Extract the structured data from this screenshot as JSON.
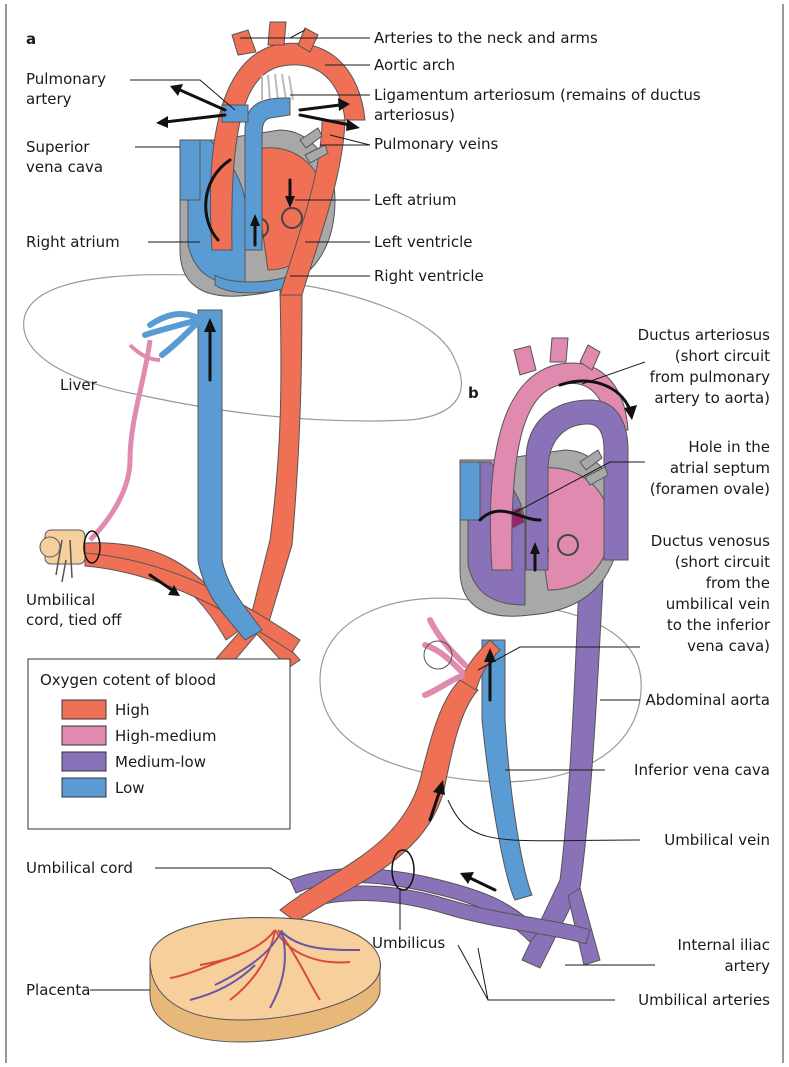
{
  "figure": {
    "panel_a": "a",
    "panel_b": "b"
  },
  "labels_a": {
    "arteries_neck_arms": "Arteries to the neck and arms",
    "aortic_arch": "Aortic arch",
    "ligamentum_1": "Ligamentum arteriosum (remains of ductus",
    "ligamentum_2": "arteriosus)",
    "pulmonary_veins": "Pulmonary veins",
    "left_atrium": "Left atrium",
    "left_ventricle": "Left ventricle",
    "right_ventricle": "Right ventricle",
    "pulmonary_artery_1": "Pulmonary",
    "pulmonary_artery_2": "artery",
    "svc_1": "Superior",
    "svc_2": "vena cava",
    "right_atrium": "Right atrium",
    "liver": "Liver",
    "cord_1": "Umbilical",
    "cord_2": "cord, tied off"
  },
  "labels_b": {
    "ductus_arteriosus_1": "Ductus arteriosus",
    "ductus_arteriosus_2": "(short circuit",
    "ductus_arteriosus_3": "from pulmonary",
    "ductus_arteriosus_4": "artery to aorta)",
    "foramen_1": "Hole in the",
    "foramen_2": "atrial septum",
    "foramen_3": "(foramen ovale)",
    "ductus_venosus_1": "Ductus venosus",
    "ductus_venosus_2": "(short circuit",
    "ductus_venosus_3": "from the",
    "ductus_venosus_4": "umbilical vein",
    "ductus_venosus_5": "to the inferior",
    "ductus_venosus_6": "vena cava)",
    "abdominal_aorta": "Abdominal aorta",
    "ivc": "Inferior vena cava",
    "umbilical_vein": "Umbilical vein",
    "umbilical_cord": "Umbilical cord",
    "umbilicus": "Umbilicus",
    "placenta": "Placenta",
    "internal_iliac_1": "Internal iliac",
    "internal_iliac_2": "artery",
    "umbilical_arteries": "Umbilical arteries"
  },
  "legend": {
    "title": "Oxygen cotent of blood",
    "items": [
      {
        "label": "High",
        "color": "#f07055"
      },
      {
        "label": "High-medium",
        "color": "#e08ab0"
      },
      {
        "label": "Medium-low",
        "color": "#8a72b8"
      },
      {
        "label": "Low",
        "color": "#5a9bd4"
      }
    ]
  },
  "colors": {
    "high": "#f07055",
    "high_medium": "#e08ab0",
    "medium_low": "#8a72b8",
    "low": "#5a9bd4",
    "wall": "#a8a8a8",
    "placenta": "#f6cf9c",
    "liver_outline": "#9a9a9a"
  }
}
